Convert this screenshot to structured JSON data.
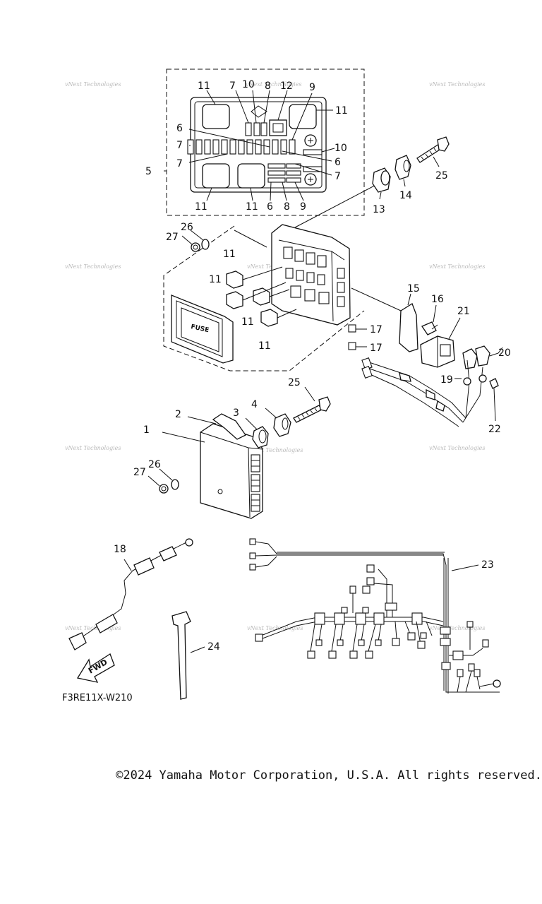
{
  "diagram": {
    "code": "F3RE11X-W210",
    "fwd_label": "FWD",
    "fuse_label": "FUSE",
    "watermark": "vNext Technologies",
    "copyright": "©2024 Yamaha Motor Corporation, U.S.A. All rights reserved.",
    "callouts": [
      {
        "id": "c11a",
        "text": "11"
      },
      {
        "id": "c7a",
        "text": "7"
      },
      {
        "id": "c10a",
        "text": "10"
      },
      {
        "id": "c8a",
        "text": "8"
      },
      {
        "id": "c12",
        "text": "12"
      },
      {
        "id": "c9a",
        "text": "9"
      },
      {
        "id": "c11b",
        "text": "11"
      },
      {
        "id": "c6a",
        "text": "6"
      },
      {
        "id": "c7b",
        "text": "7"
      },
      {
        "id": "c10b",
        "text": "10"
      },
      {
        "id": "c7c",
        "text": "7"
      },
      {
        "id": "c6b",
        "text": "6"
      },
      {
        "id": "c5",
        "text": "5"
      },
      {
        "id": "c7d",
        "text": "7"
      },
      {
        "id": "c11c",
        "text": "11"
      },
      {
        "id": "c11d",
        "text": "11"
      },
      {
        "id": "c6c",
        "text": "6"
      },
      {
        "id": "c8b",
        "text": "8"
      },
      {
        "id": "c9b",
        "text": "9"
      },
      {
        "id": "c25a",
        "text": "25"
      },
      {
        "id": "c14",
        "text": "14"
      },
      {
        "id": "c13",
        "text": "13"
      },
      {
        "id": "c26a",
        "text": "26"
      },
      {
        "id": "c27a",
        "text": "27"
      },
      {
        "id": "c11e",
        "text": "11"
      },
      {
        "id": "c11f",
        "text": "11"
      },
      {
        "id": "c11g",
        "text": "11"
      },
      {
        "id": "c11h",
        "text": "11"
      },
      {
        "id": "c15",
        "text": "15"
      },
      {
        "id": "c16",
        "text": "16"
      },
      {
        "id": "c21",
        "text": "21"
      },
      {
        "id": "c17a",
        "text": "17"
      },
      {
        "id": "c17b",
        "text": "17"
      },
      {
        "id": "c20",
        "text": "20"
      },
      {
        "id": "c19",
        "text": "19"
      },
      {
        "id": "c22",
        "text": "22"
      },
      {
        "id": "c25b",
        "text": "25"
      },
      {
        "id": "c4",
        "text": "4"
      },
      {
        "id": "c3",
        "text": "3"
      },
      {
        "id": "c2",
        "text": "2"
      },
      {
        "id": "c1",
        "text": "1"
      },
      {
        "id": "c26b",
        "text": "26"
      },
      {
        "id": "c27b",
        "text": "27"
      },
      {
        "id": "c18",
        "text": "18"
      },
      {
        "id": "c23",
        "text": "23"
      },
      {
        "id": "c24",
        "text": "24"
      }
    ]
  }
}
